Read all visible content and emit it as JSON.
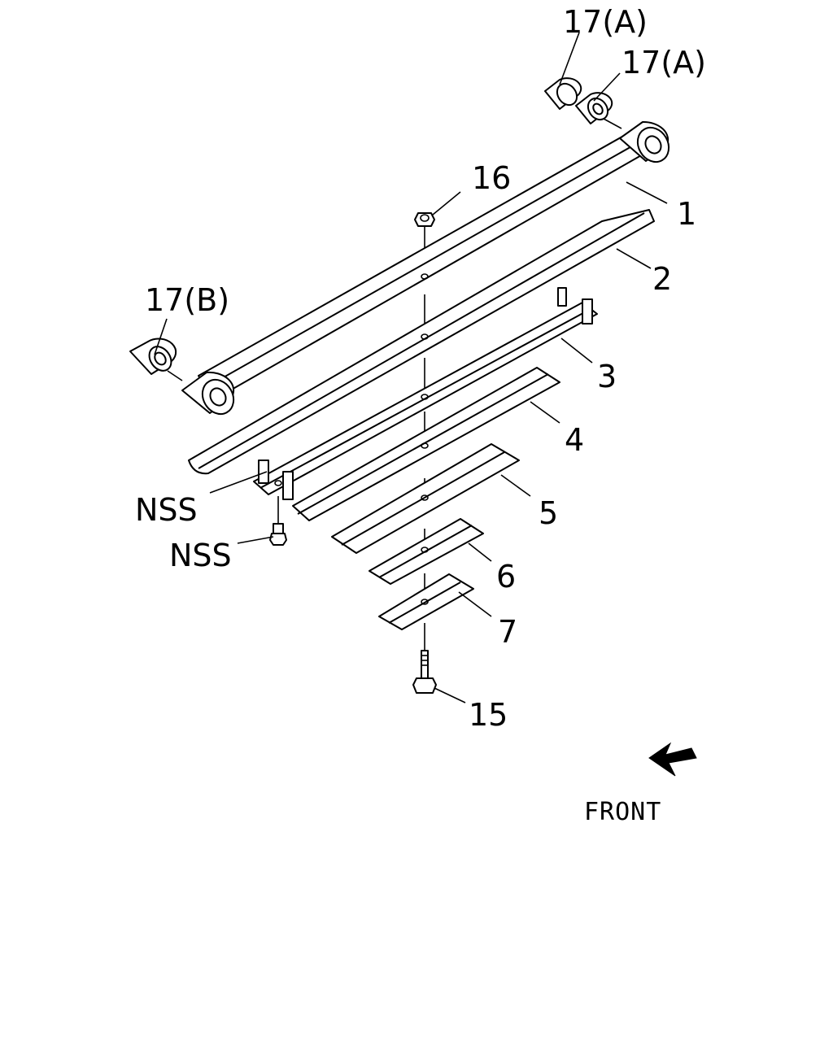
{
  "labels": {
    "p17a_1": "17(A)",
    "p17a_2": "17(A)",
    "p16": "16",
    "p1": "1",
    "p2": "2",
    "p17b": "17(B)",
    "p3": "3",
    "p4": "4",
    "p5": "5",
    "nss_1": "NSS",
    "nss_2": "NSS",
    "p6": "6",
    "p7": "7",
    "p15": "15",
    "front": "FRONT"
  }
}
